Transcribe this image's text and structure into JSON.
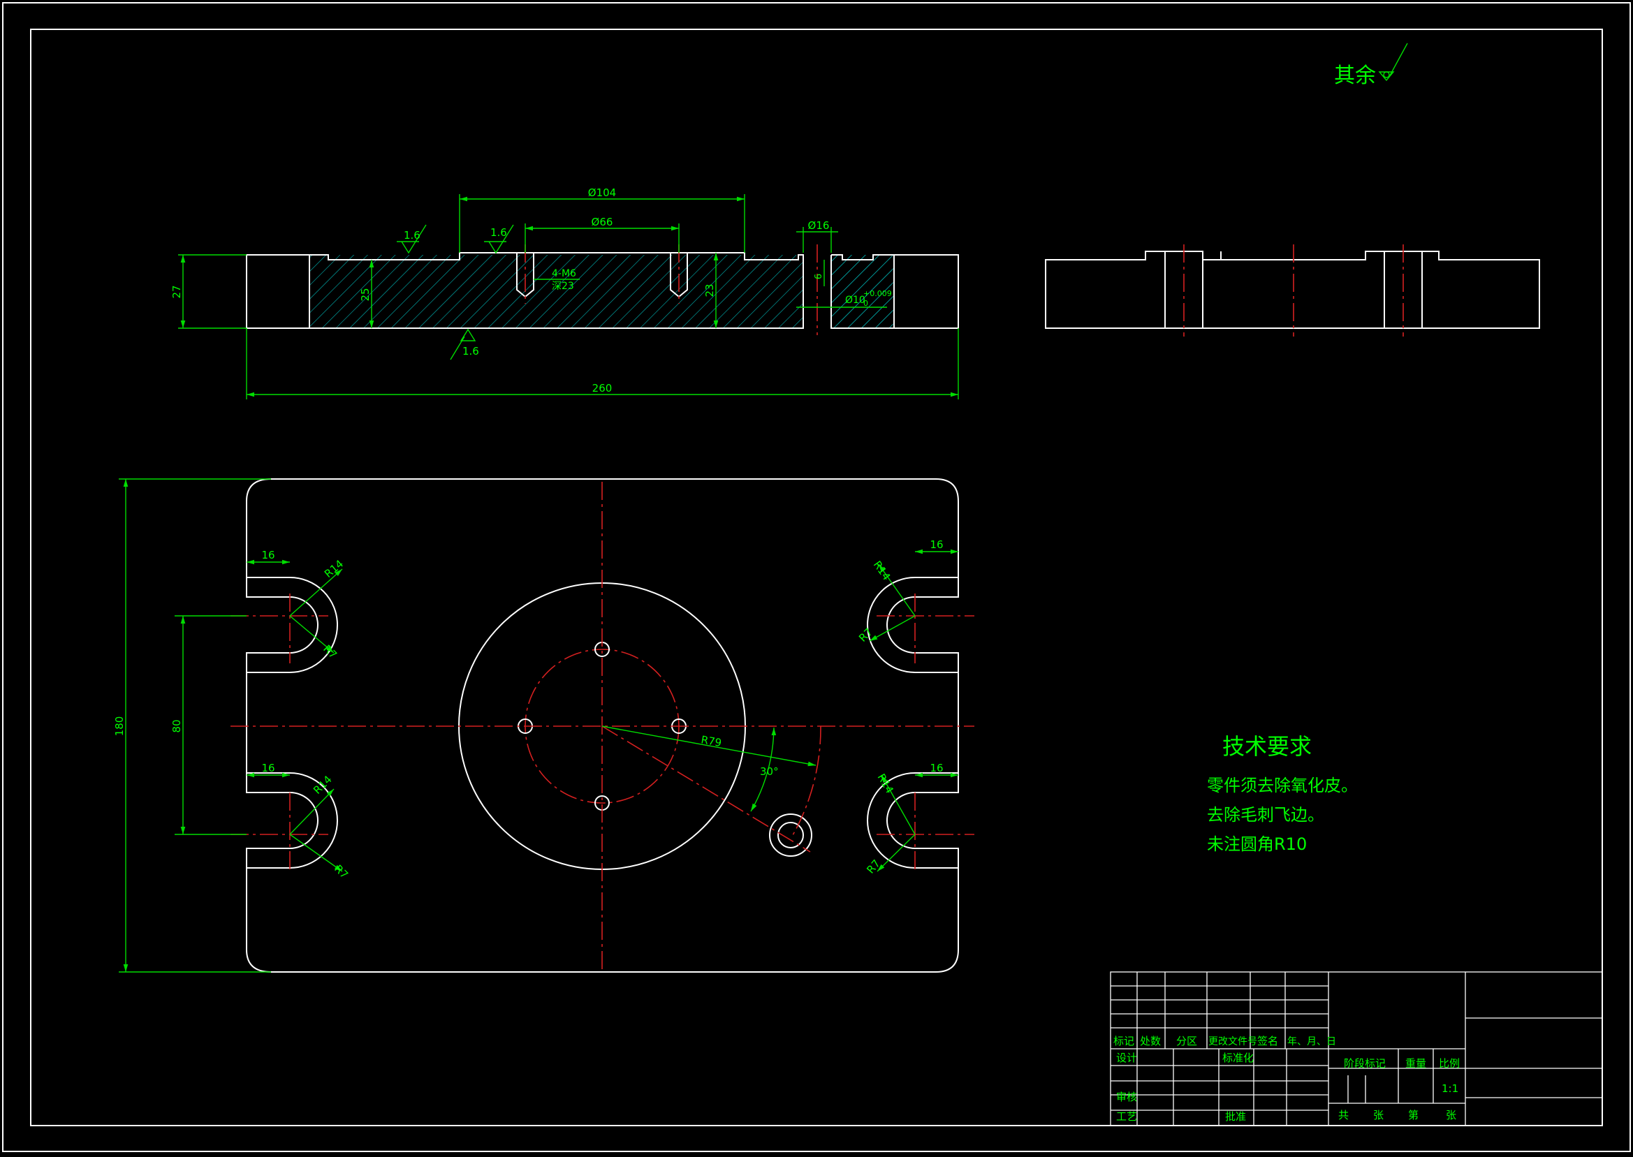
{
  "drawing": {
    "roughness_note": "其余",
    "tech_req": {
      "title": "技术要求",
      "lines": [
        "零件须去除氧化皮。",
        "去除毛刺飞边。",
        "未注圆角R10"
      ]
    },
    "section_view": {
      "dims": {
        "d104": "Ø104",
        "d66": "Ø66",
        "d16": "Ø16",
        "h27": "27",
        "h25": "25",
        "h23": "23",
        "h6": "6",
        "w260": "260",
        "thread": "4-M6",
        "depth": "深23",
        "d10": "Ø10",
        "tol_upper": "+0.009",
        "tol_lower": "0",
        "ra_left": "1.6",
        "ra_mid": "1.6",
        "ra_bottom": "1.6"
      }
    },
    "plan_view": {
      "dims": {
        "s16_tl": "16",
        "s16_tr": "16",
        "s16_bl": "16",
        "s16_br": "16",
        "r14_tl": "R14",
        "r7_tl": "R7",
        "r14_tr": "R14",
        "r7_tr": "R7",
        "r14_bl": "R14",
        "r7_bl": "R7",
        "r14_br": "R14",
        "r7_br": "R7",
        "h180": "180",
        "h80": "80",
        "r79": "R79",
        "ang30": "30°"
      }
    },
    "title_block": {
      "rev_headers": [
        "标记",
        "处数",
        "分区",
        "更改文件号",
        "签名",
        "年、月、日"
      ],
      "design": "设计",
      "standard": "标准化",
      "review": "审核",
      "process": "工艺",
      "approve": "批准",
      "stage_mark": "阶段标记",
      "weight": "重量",
      "scale_label": "比例",
      "scale_value": "1:1",
      "total": "共",
      "sheets": "张",
      "page": "第",
      "sheet": "张"
    }
  },
  "colors": {
    "background": "#000000",
    "outline": "#ffffff",
    "centerline": "#d42020",
    "dimension": "#00dd00",
    "hatch": "#00aaaa"
  }
}
